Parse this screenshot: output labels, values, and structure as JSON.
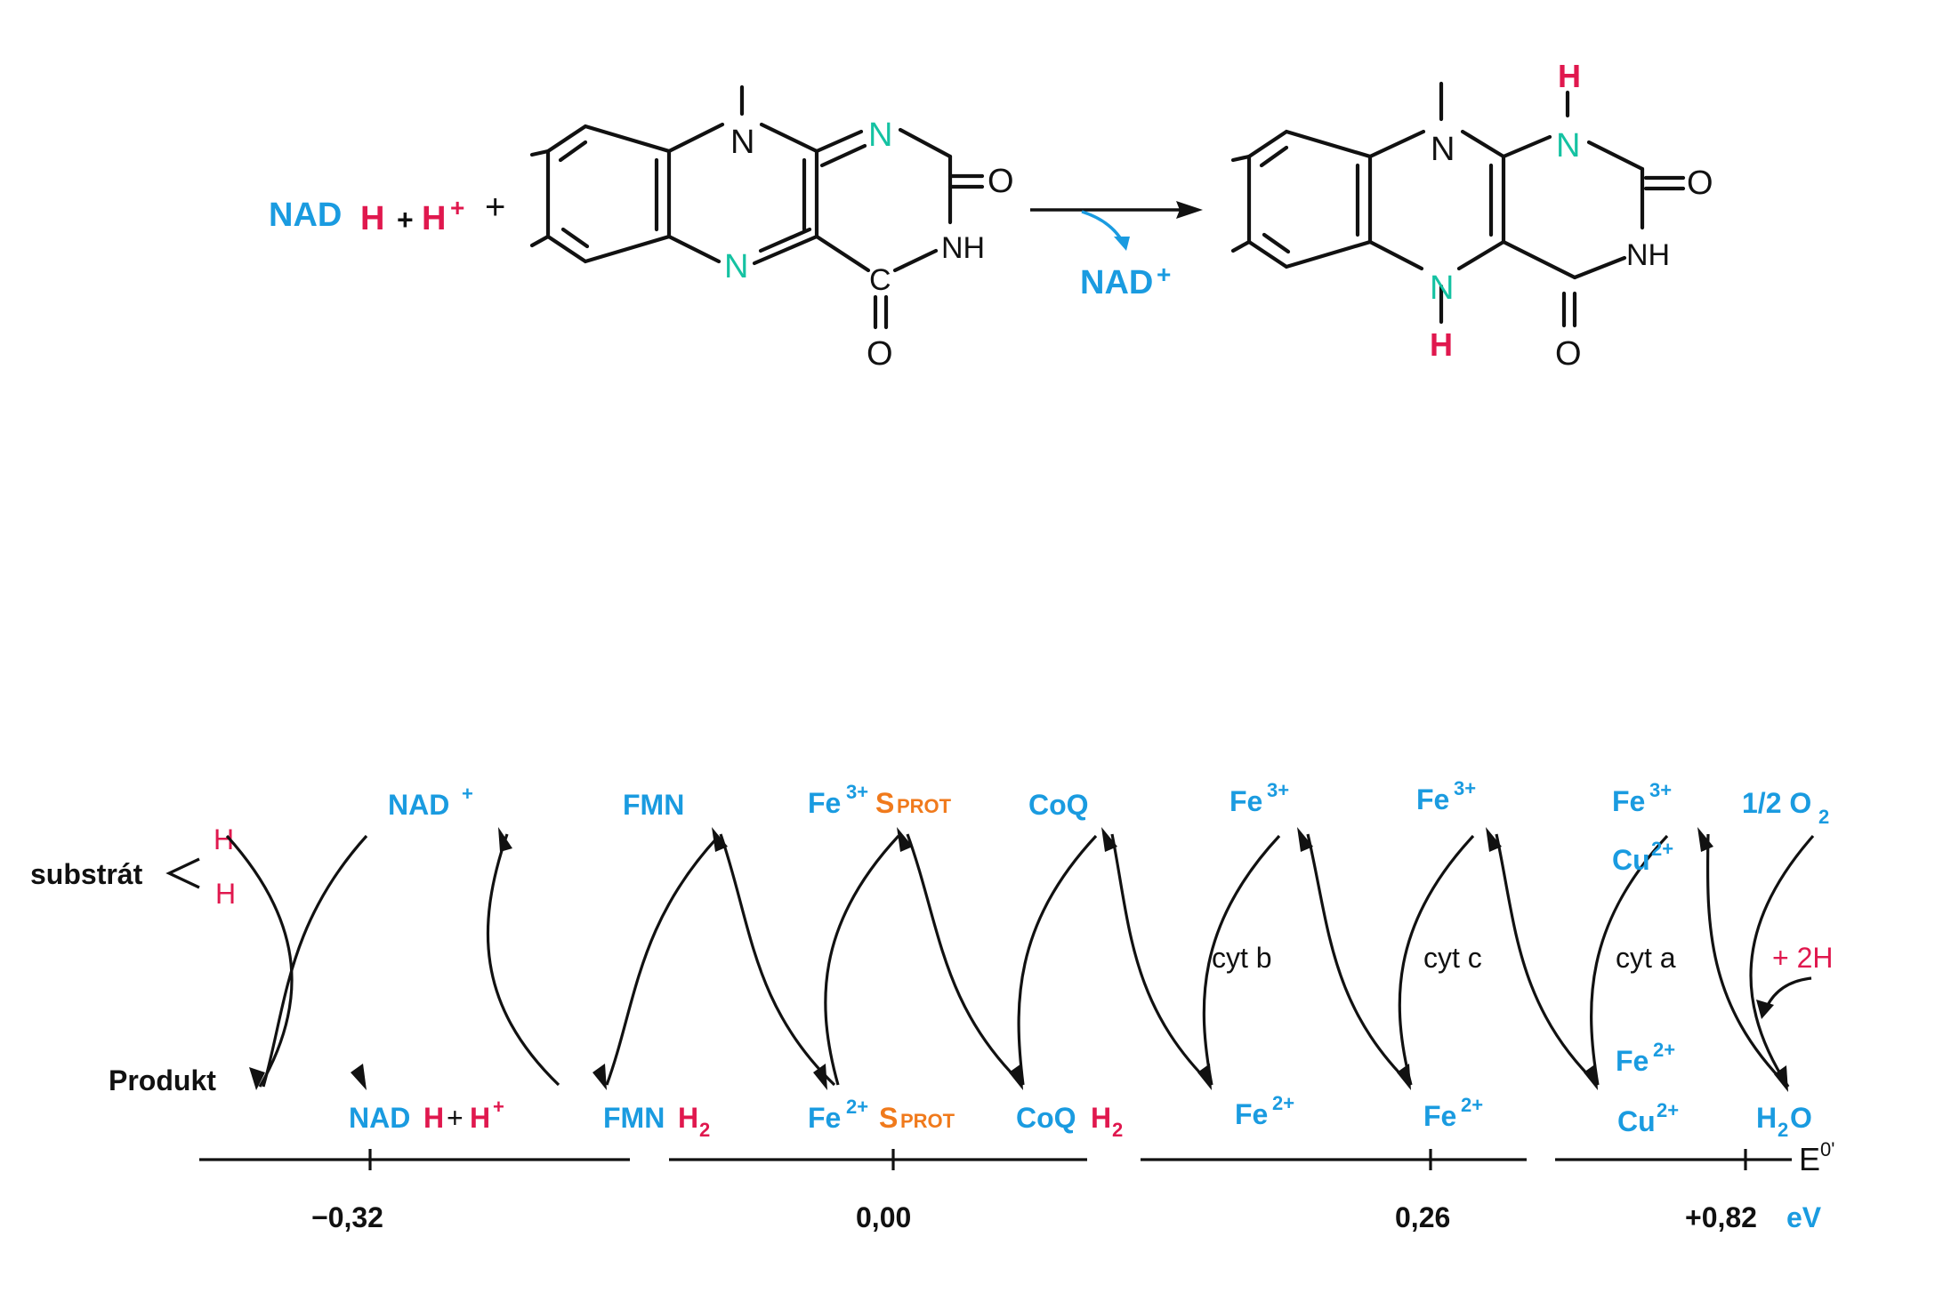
{
  "reaction": {
    "lhs_nad": "NAD",
    "lhs_h": "H",
    "lhs_plus1": "+",
    "lhs_hplus": "H",
    "lhs_hplus_sup": "+",
    "lhs_plus2": "+",
    "arrow_product": "NAD",
    "arrow_product_sup": "+",
    "ox_atoms": {
      "n_top": "N",
      "n_ring": "N",
      "n_left": "N",
      "o_right": "O",
      "nh": "NH",
      "c": "C",
      "o_bottom": "O"
    },
    "red_atoms": {
      "h_top": "H",
      "n_top": "N",
      "n_mid": "N",
      "n_bottom": "N",
      "h_bottom": "H",
      "o_right": "O",
      "nh": "NH",
      "o_bottom": "O"
    }
  },
  "chain": {
    "substrate_label": "substrát",
    "substrate_h1": "H",
    "substrate_h2": "H",
    "product_label": "Produkt",
    "top": {
      "nad": "NAD",
      "nad_sup": "+",
      "fmn": "FMN",
      "fes_fe": "Fe",
      "fes_sup": "3+",
      "fes_s": "S",
      "fes_prot": "PROT",
      "coq": "CoQ",
      "cytb_fe": "Fe",
      "cytb_sup": "3+",
      "cytc_fe": "Fe",
      "cytc_sup": "3+",
      "cyta_fe": "Fe",
      "cyta_sup": "3+",
      "cyta_cu": "Cu",
      "cyta_cu_sup": "2+",
      "o2": "1/2 O",
      "o2_sub": "2"
    },
    "middle": {
      "cytb": "cyt b",
      "cytc": "cyt c",
      "cyta": "cyt a",
      "plus2h": "+ 2H"
    },
    "bottom": {
      "nadh_nad": "NAD",
      "nadh_h": "H",
      "nadh_plus": "+",
      "nadh_hp": "H",
      "nadh_hp_sup": "+",
      "fmnh_fmn": "FMN",
      "fmnh_h": "H",
      "fmnh_sub": "2",
      "fes_fe": "Fe",
      "fes_sup": "2+",
      "fes_s": "S",
      "fes_prot": "PROT",
      "coqh_coq": "CoQ",
      "coqh_h": "H",
      "coqh_sub": "2",
      "cytb_fe": "Fe",
      "cytb_sup": "2+",
      "cytc_fe": "Fe",
      "cytc_sup": "2+",
      "cyta_fe": "Fe",
      "cyta_fe_sup": "2+",
      "cyta_cu": "Cu",
      "cyta_cu_sup": "2+",
      "h2o_h": "H",
      "h2o_sub": "2",
      "h2o_o": "O"
    },
    "axis": {
      "symbol": "E",
      "symbol_sup": "0'",
      "ticks": [
        "−0,32",
        "0,00",
        "0,26",
        "+0,82"
      ],
      "unit": "eV"
    }
  },
  "colors": {
    "blue": "#1a9be0",
    "red": "#e0184e",
    "green": "#15c2a2",
    "orange": "#f07a1c",
    "black": "#111111"
  }
}
